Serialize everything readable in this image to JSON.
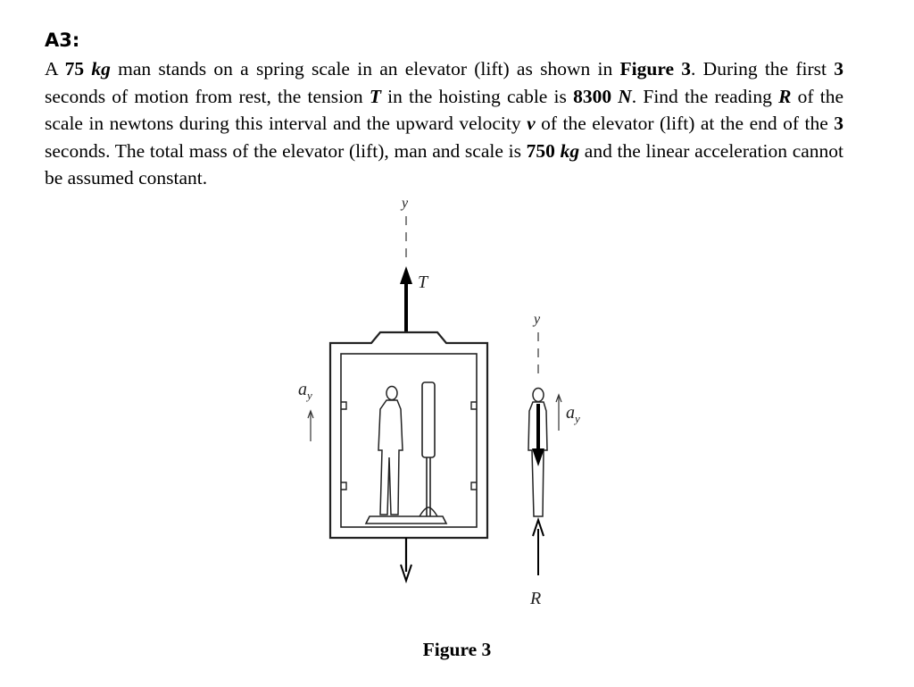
{
  "problem": {
    "label": "A3:",
    "paragraph": [
      {
        "t": "A "
      },
      {
        "t": "75",
        "s": "b"
      },
      {
        "t": " "
      },
      {
        "t": "kg",
        "s": "bi"
      },
      {
        "t": " man stands on a spring scale in an elevator (lift) as shown in "
      },
      {
        "t": "Figure 3",
        "s": "b"
      },
      {
        "t": ". During the first "
      },
      {
        "t": "3",
        "s": "b"
      },
      {
        "t": " seconds of motion from rest, the tension "
      },
      {
        "t": "T",
        "s": "bi"
      },
      {
        "t": " in the hoisting cable is "
      },
      {
        "t": "8300",
        "s": "b"
      },
      {
        "t": " "
      },
      {
        "t": "N",
        "s": "bi"
      },
      {
        "t": ". Find the reading "
      },
      {
        "t": "R",
        "s": "bi"
      },
      {
        "t": " of the scale in newtons during this interval and the upward velocity "
      },
      {
        "t": "v",
        "s": "bi"
      },
      {
        "t": " of the elevator (lift) at the end of the "
      },
      {
        "t": "3",
        "s": "b"
      },
      {
        "t": " seconds. The total mass of the elevator (lift), man and scale is "
      },
      {
        "t": "750",
        "s": "b"
      },
      {
        "t": " "
      },
      {
        "t": "kg",
        "s": "bi"
      },
      {
        "t": " and the linear acceleration cannot be assumed constant."
      }
    ]
  },
  "figure": {
    "caption": "Figure 3",
    "labels": {
      "y_axis_left": "y",
      "tension": "T",
      "accel_left": "a",
      "accel_left_sub": "y",
      "y_axis_right": "y",
      "accel_right": "a",
      "accel_right_sub": "y",
      "reaction": "R"
    }
  }
}
